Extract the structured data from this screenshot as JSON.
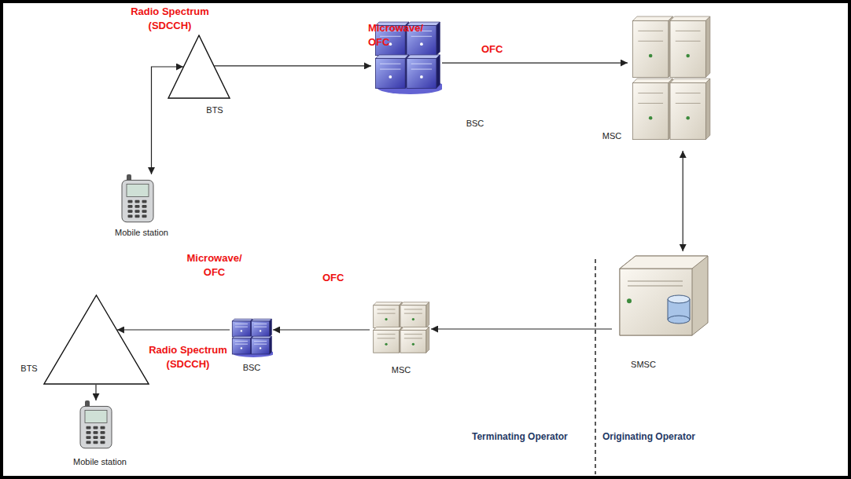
{
  "diagram": {
    "nodes": [
      {
        "text": [
          "Mobile station"
        ]
      },
      {
        "text": [
          "BTS"
        ]
      },
      {
        "text": [
          "BSC"
        ]
      },
      {
        "text": [
          "MSC"
        ]
      },
      {
        "text": [
          "SMSC"
        ]
      },
      {
        "text": [
          "MSC"
        ]
      },
      {
        "text": [
          "BSC"
        ]
      },
      {
        "text": [
          "BTS"
        ]
      },
      {
        "text": [
          "Mobile station"
        ]
      }
    ],
    "edges": [
      {
        "from": 0,
        "to": 1,
        "arrow": "both"
      },
      {
        "from": 1,
        "to": 2,
        "arrow": "to"
      },
      {
        "from": 2,
        "to": 3,
        "arrow": "to"
      },
      {
        "from": 3,
        "to": 4,
        "arrow": "both"
      },
      {
        "from": 4,
        "to": 5,
        "arrow": "to"
      },
      {
        "from": 5,
        "to": 6,
        "arrow": "to"
      },
      {
        "from": 6,
        "to": 7,
        "arrow": "to"
      },
      {
        "from": 7,
        "to": 8,
        "arrow": "to"
      }
    ],
    "labels": [
      "Radio Spectrum (SDCCH)",
      "Microwave/ OFC",
      "OFC",
      "Microwave/ OFC",
      "OFC",
      "Radio Spectrum (SDCCH)",
      "Terminating Operator",
      "Originating Operator"
    ]
  }
}
